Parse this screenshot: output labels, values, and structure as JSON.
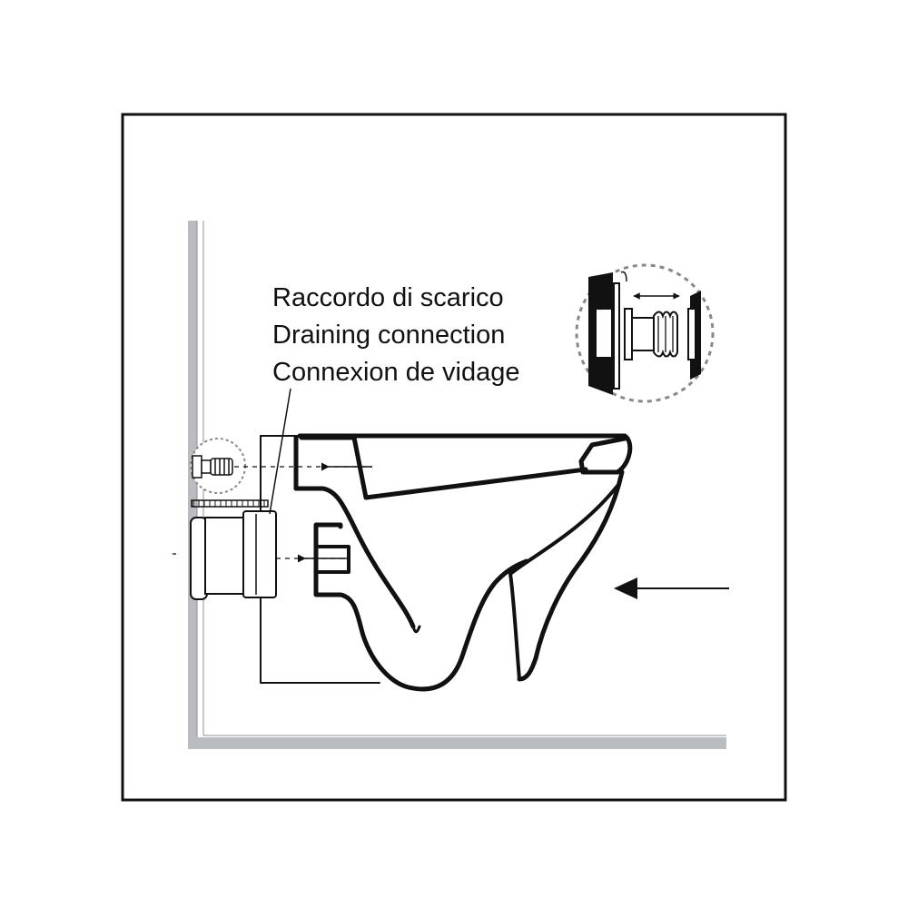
{
  "labels": {
    "line1": "Raccordo di scarico",
    "line2": "Draining connection",
    "line3": "Connexion de vidage"
  },
  "colors": {
    "ink": "#111111",
    "wall": "#b9bcc1",
    "background": "#ffffff"
  },
  "icons": {
    "connector_detail": "corrugated-pipe-connector",
    "push_arrow": "left-arrow"
  }
}
